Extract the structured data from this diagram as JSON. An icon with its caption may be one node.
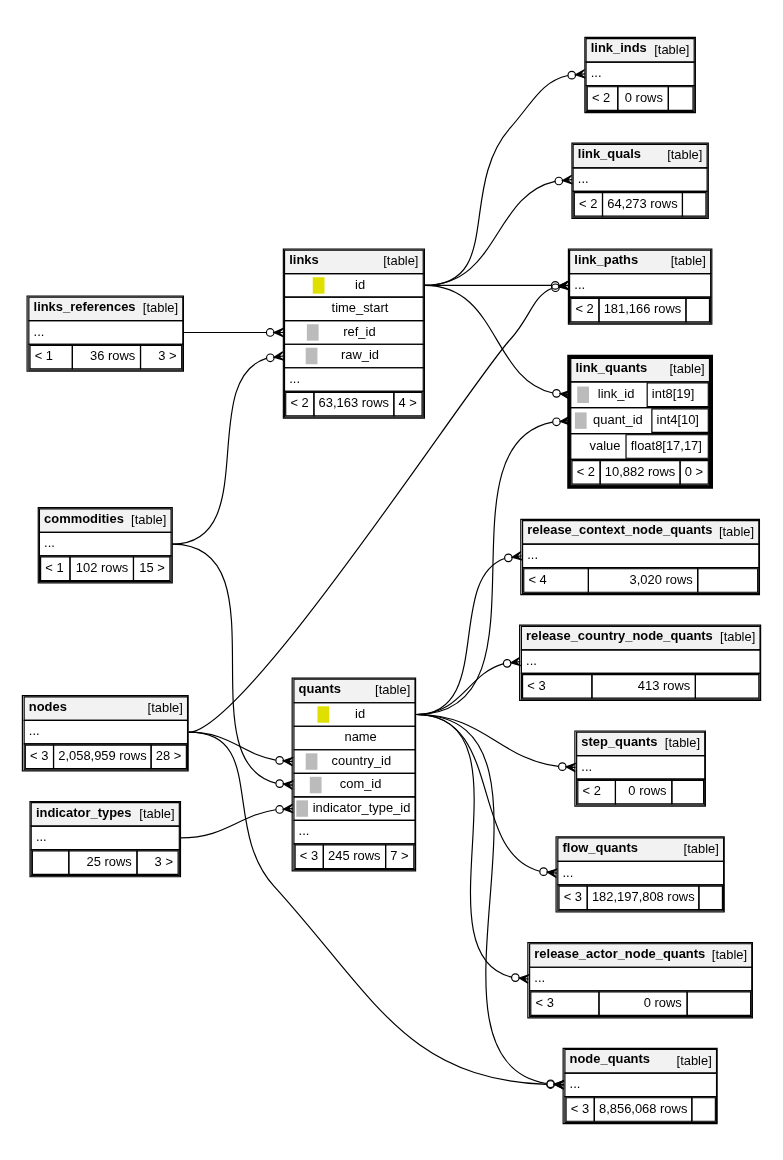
{
  "diagram": {
    "nodes": [
      {
        "text": [
          "link_inds",
          "[table]",
          "...",
          "< 2",
          "0 rows"
        ]
      },
      {
        "text": [
          "link_quals",
          "[table]",
          "...",
          "< 2",
          "64,273 rows"
        ]
      },
      {
        "text": [
          "links",
          "[table]",
          "id",
          "time_start",
          "ref_id",
          "raw_id",
          "...",
          "< 2",
          "63,163 rows",
          "4 >"
        ]
      },
      {
        "text": [
          "link_paths",
          "[table]",
          "...",
          "< 2",
          "181,166 rows"
        ]
      },
      {
        "text": [
          "links_references",
          "[table]",
          "...",
          "< 1",
          "36 rows",
          "3 >"
        ]
      },
      {
        "text": [
          "link_quants",
          "[table]",
          "link_id",
          "int8[19]",
          "quant_id",
          "int4[10]",
          "value",
          "float8[17,17]",
          "< 2",
          "10,882 rows",
          "0 >"
        ]
      },
      {
        "text": [
          "commodities",
          "[table]",
          "...",
          "< 1",
          "102 rows",
          "15 >"
        ]
      },
      {
        "text": [
          "release_context_node_quants",
          "[table]",
          "...",
          "< 4",
          "3,020 rows"
        ]
      },
      {
        "text": [
          "release_country_node_quants",
          "[table]",
          "...",
          "< 3",
          "413 rows"
        ]
      },
      {
        "text": [
          "quants",
          "[table]",
          "id",
          "name",
          "country_id",
          "com_id",
          "indicator_type_id",
          "...",
          "< 3",
          "245 rows",
          "7 >"
        ]
      },
      {
        "text": [
          "nodes",
          "[table]",
          "...",
          "< 3",
          "2,058,959 rows",
          "28 >"
        ]
      },
      {
        "text": [
          "step_quants",
          "[table]",
          "...",
          "< 2",
          "0 rows"
        ]
      },
      {
        "text": [
          "indicator_types",
          "[table]",
          "...",
          "25 rows",
          "3 >"
        ]
      },
      {
        "text": [
          "flow_quants",
          "[table]",
          "...",
          "< 3",
          "182,197,808 rows"
        ]
      },
      {
        "text": [
          "release_actor_node_quants",
          "[table]",
          "...",
          "< 3",
          "0 rows"
        ]
      },
      {
        "text": [
          "node_quants",
          "[table]",
          "...",
          "< 3",
          "8,856,068 rows"
        ]
      }
    ],
    "edges": [
      {
        "from": 2,
        "to": 0,
        "arrow": "other"
      },
      {
        "from": 2,
        "to": 1,
        "arrow": "other"
      },
      {
        "from": 2,
        "to": 3,
        "arrow": "other"
      },
      {
        "from": 2,
        "to": 5,
        "arrow": "other"
      },
      {
        "from": 10,
        "to": 3,
        "arrow": "other"
      },
      {
        "from": 4,
        "to": 2,
        "arrow": "other"
      },
      {
        "from": 6,
        "to": 2,
        "arrow": "other"
      },
      {
        "from": 6,
        "to": 9,
        "arrow": "other"
      },
      {
        "from": 9,
        "to": 5,
        "arrow": "other"
      },
      {
        "from": 9,
        "to": 7,
        "arrow": "other"
      },
      {
        "from": 9,
        "to": 8,
        "arrow": "other"
      },
      {
        "from": 9,
        "to": 11,
        "arrow": "other"
      },
      {
        "from": 9,
        "to": 13,
        "arrow": "other"
      },
      {
        "from": 9,
        "to": 14,
        "arrow": "other"
      },
      {
        "from": 9,
        "to": 15,
        "arrow": "other"
      },
      {
        "from": 10,
        "to": 9,
        "arrow": "other"
      },
      {
        "from": 10,
        "to": 15,
        "arrow": "other"
      },
      {
        "from": 12,
        "to": 9,
        "arrow": "other"
      }
    ]
  }
}
